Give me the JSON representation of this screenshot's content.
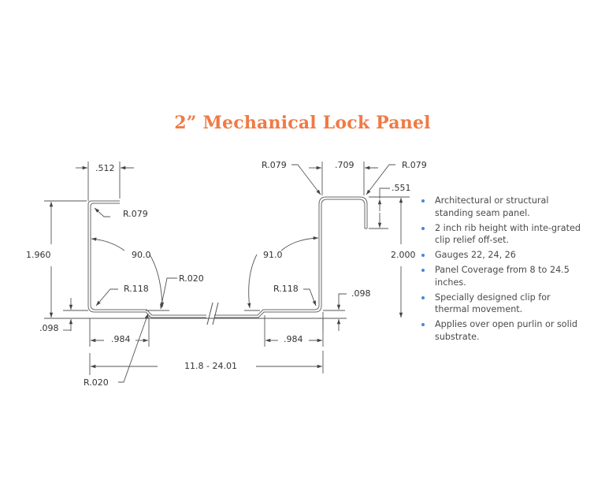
{
  "title": "2” Mechanical Lock Panel",
  "colors": {
    "title": "#f07a45",
    "bullet": "#4a86d9",
    "line": "#555555",
    "text": "#333333"
  },
  "drawing": {
    "dimensions": {
      "top_left_flange_width": ".512",
      "left_rib_top_radius": "R.079",
      "left_rib_height": "1.960",
      "left_angle": "90.0",
      "left_bottom_radius": "R.118",
      "left_offset_radius_top": "R.020",
      "left_offset_radius_bottom": "R.020",
      "left_offset_height": ".098",
      "left_offset_width": ".984",
      "right_rib_top_left_radius": "R.079",
      "right_rib_top_width": ".709",
      "right_rib_top_right_radius": "R.079",
      "right_rib_lip": ".551",
      "right_rib_height": "2.000",
      "right_angle": "91.0",
      "right_bottom_radius": "R.118",
      "right_offset_height": ".098",
      "right_offset_width": ".984",
      "panel_coverage": "11.8 - 24.01"
    }
  },
  "features": [
    "Architectural or structural standing seam panel.",
    "2 inch rib height with inte-grated clip relief off-set.",
    "Gauges 22, 24, 26",
    "Panel Coverage from 8 to 24.5 inches.",
    "Specially designed clip for thermal movement.",
    "Applies over open purlin or solid substrate."
  ]
}
